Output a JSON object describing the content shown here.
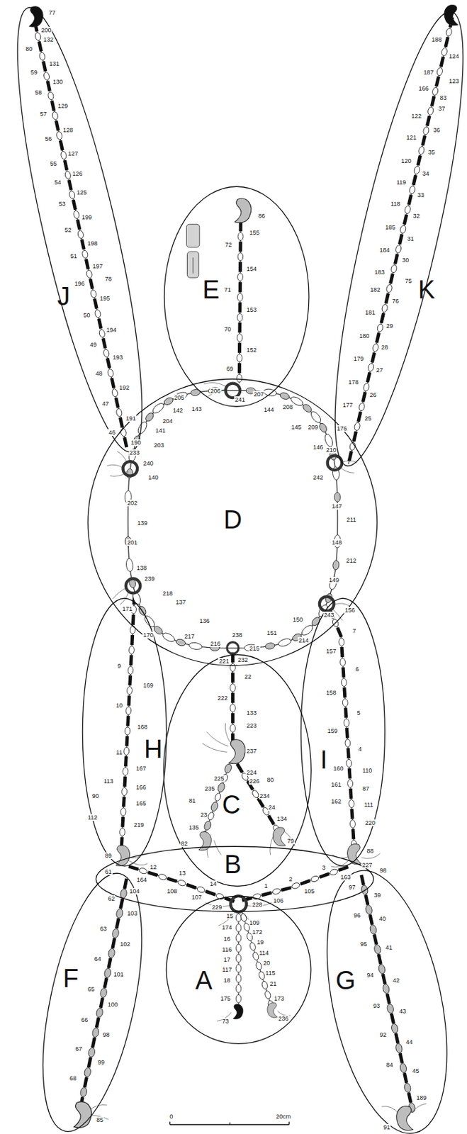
{
  "diagram": {
    "nodes": [
      {
        "text": [
          "J"
        ]
      },
      {
        "text": [
          "K"
        ]
      },
      {
        "text": [
          "E"
        ]
      },
      {
        "text": [
          "D"
        ]
      },
      {
        "text": [
          "H"
        ]
      },
      {
        "text": [
          "I"
        ]
      },
      {
        "text": [
          "C"
        ]
      },
      {
        "text": [
          "B"
        ]
      },
      {
        "text": [
          "A"
        ]
      },
      {
        "text": [
          "F"
        ]
      },
      {
        "text": [
          "G"
        ]
      }
    ],
    "labels": [
      "77",
      "200",
      "132",
      "80",
      "131",
      "59",
      "130",
      "58",
      "129",
      "57",
      "128",
      "56",
      "127",
      "55",
      "126",
      "54",
      "125",
      "53",
      "199",
      "52",
      "198",
      "51",
      "197",
      "196",
      "78",
      "195",
      "50",
      "194",
      "49",
      "193",
      "48",
      "192",
      "47",
      "191",
      "46",
      "190",
      "188",
      "124",
      "187",
      "123",
      "166",
      "83",
      "37",
      "122",
      "36",
      "121",
      "35",
      "120",
      "34",
      "119",
      "33",
      "118",
      "32",
      "185",
      "31",
      "184",
      "30",
      "183",
      "75",
      "182",
      "76",
      "181",
      "29",
      "180",
      "28",
      "179",
      "27",
      "178",
      "26",
      "177",
      "25",
      "176",
      "86",
      "155",
      "72",
      "154",
      "71",
      "153",
      "70",
      "152",
      "69",
      "241",
      "207",
      "144",
      "208",
      "145",
      "209",
      "146",
      "210",
      "242",
      "147",
      "211",
      "148",
      "212",
      "149",
      "243",
      "214",
      "150",
      "151",
      "215",
      "238",
      "216",
      "136",
      "217",
      "137",
      "218",
      "239",
      "138",
      "201",
      "139",
      "202",
      "140",
      "240",
      "233",
      "203",
      "141",
      "204",
      "142",
      "205",
      "143",
      "206",
      "171",
      "170",
      "9",
      "169",
      "10",
      "168",
      "11",
      "167",
      "113",
      "166",
      "90",
      "165",
      "112",
      "219",
      "89",
      "156",
      "7",
      "157",
      "6",
      "158",
      "5",
      "159",
      "4",
      "160",
      "110",
      "161",
      "87",
      "162",
      "111",
      "220",
      "88",
      "227",
      "163",
      "232",
      "221",
      "22",
      "222",
      "133",
      "223",
      "237",
      "224",
      "225",
      "226",
      "80",
      "234",
      "235",
      "81",
      "24",
      "23",
      "134",
      "135",
      "82",
      "79",
      "61",
      "164",
      "104",
      "12",
      "108",
      "13",
      "107",
      "14",
      "229",
      "228",
      "1",
      "106",
      "2",
      "105",
      "3",
      "15",
      "109",
      "174",
      "172",
      "16",
      "19",
      "116",
      "114",
      "17",
      "20",
      "117",
      "115",
      "18",
      "21",
      "175",
      "173",
      "73",
      "236",
      "62",
      "103",
      "63",
      "102",
      "64",
      "101",
      "65",
      "100",
      "66",
      "98",
      "67",
      "99",
      "68",
      "85",
      "98",
      "97",
      "39",
      "96",
      "40",
      "95",
      "41",
      "94",
      "42",
      "93",
      "43",
      "92",
      "44",
      "84",
      "45",
      "189",
      "91",
      "0",
      "20cm"
    ]
  }
}
